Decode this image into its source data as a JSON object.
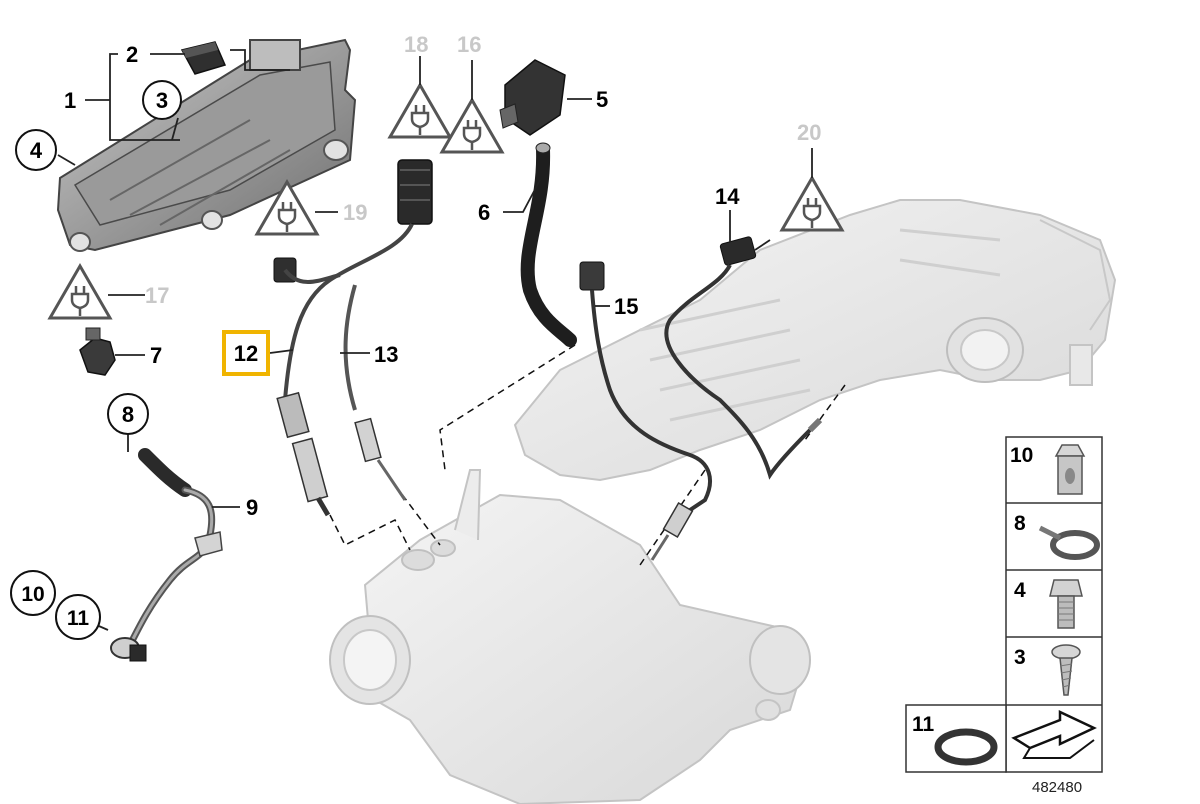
{
  "diagram": {
    "id": "482480",
    "highlighted_part": "12",
    "highlight_color": "#f0b400",
    "callouts": {
      "p1": "1",
      "p2": "2",
      "p3": "3",
      "p4": "4",
      "p5": "5",
      "p6": "6",
      "p7": "7",
      "p8": "8",
      "p9": "9",
      "p10": "10",
      "p11": "11",
      "p12": "12",
      "p13": "13",
      "p14": "14",
      "p15": "15",
      "p16": "16",
      "p17": "17",
      "p18": "18",
      "p19": "19",
      "p20": "20"
    },
    "legend": [
      {
        "number": "10",
        "icon": "banjo-bolt-icon"
      },
      {
        "number": "8",
        "icon": "hose-clamp-icon"
      },
      {
        "number": "4",
        "icon": "hex-bolt-icon"
      },
      {
        "number": "3",
        "icon": "torx-screw-icon"
      },
      {
        "number": "11",
        "icon": "o-ring-icon"
      }
    ],
    "colors": {
      "part_dark": "#3a3a3a",
      "part_mid": "#8a8a8a",
      "part_light": "#d9d9d9",
      "ghost_part": "#e6e6e6",
      "grey_label": "#c8c8c8"
    }
  }
}
